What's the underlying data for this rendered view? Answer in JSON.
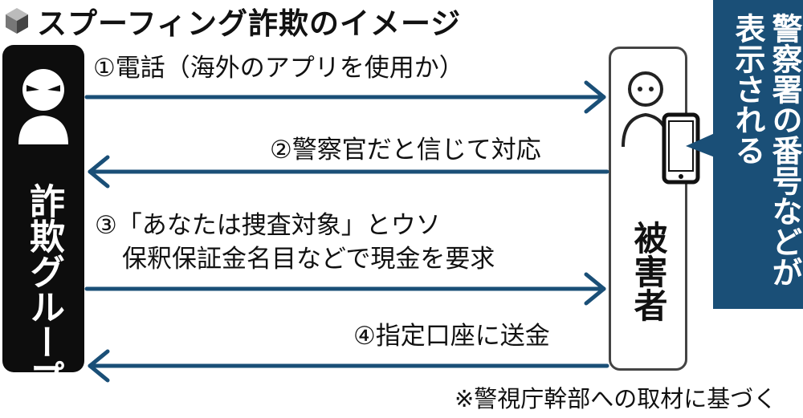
{
  "title": "スプーフィング詐欺のイメージ",
  "actors": {
    "scammer": "詐欺グループ",
    "victim": "被害者"
  },
  "callout": "警察署の番号などが表示される",
  "steps": {
    "s1": "①電話（海外のアプリを使用か）",
    "s2": "②警察官だと信じて対応",
    "s3_line1": "③「あなたは捜査対象」とウソ",
    "s3_line2": "保釈保証金名目などで現金を要求",
    "s4": "④指定口座に送金"
  },
  "footnote": "※警視庁幹部への取材に基づく",
  "colors": {
    "arrow": "#1a4f77",
    "callout_bg": "#1a4f77",
    "scammer_bg": "#0d0d0d"
  },
  "icons": {
    "title": "cube-icon",
    "scammer": "masked-person-icon",
    "victim": "person-icon",
    "phone": "smartphone-icon"
  }
}
